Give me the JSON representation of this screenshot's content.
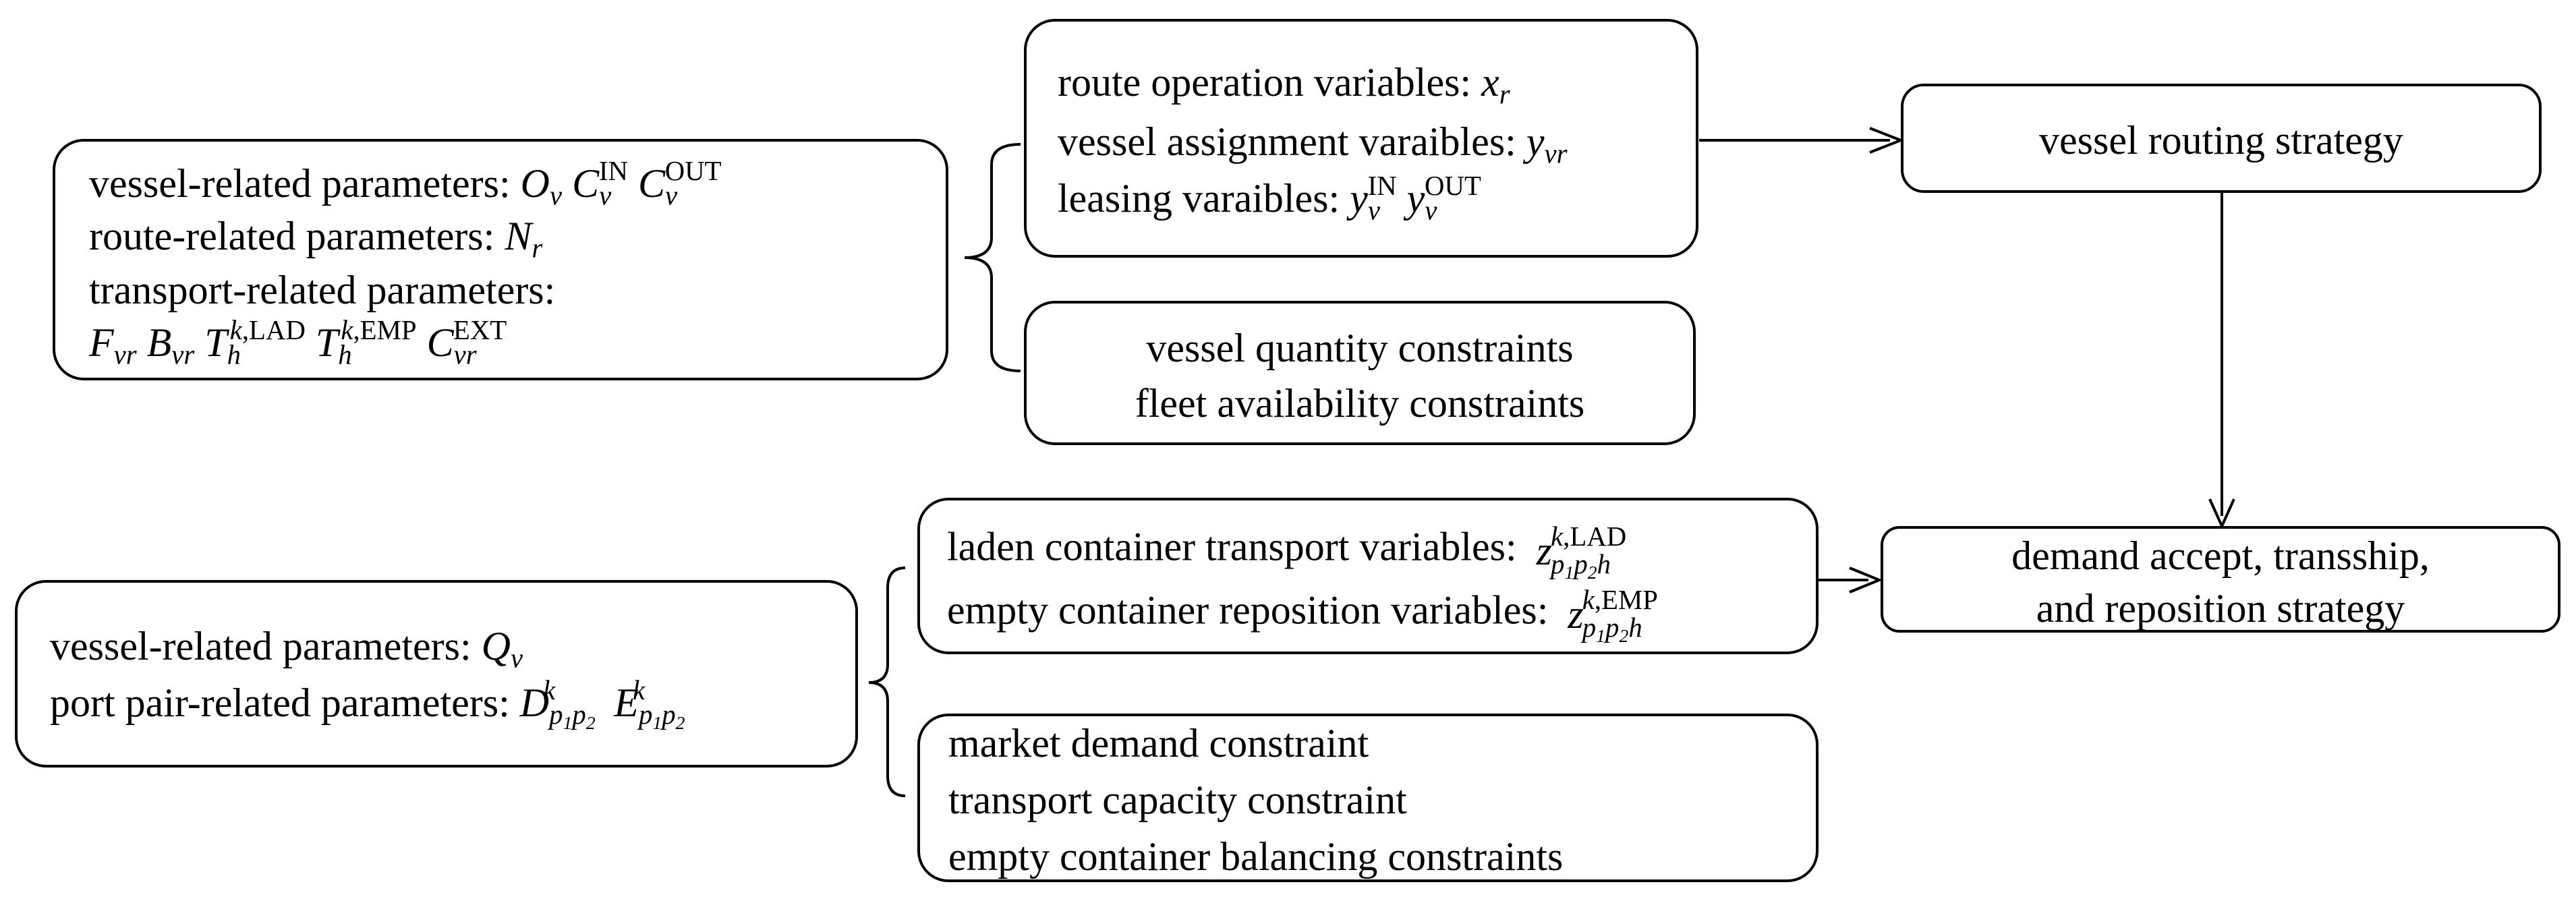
{
  "left_top_box": {
    "vessel_label": "vessel-related parameters:",
    "route_label": "route-related parameters:",
    "transport_label": "transport-related parameters:"
  },
  "left_bottom_box": {
    "vessel_label": "vessel-related parameters:",
    "port_pair_label": "port pair-related parameters:"
  },
  "top_variables_box": {
    "route_op_label": "route operation variables:",
    "vessel_assign_label": "vessel assignment varaibles:",
    "leasing_label": "leasing varaibles:"
  },
  "top_constraints_box": {
    "line1": "vessel quantity constraints",
    "line2": "fleet availability constraints"
  },
  "bottom_variables_box": {
    "laden_label": "laden container transport variables:",
    "empty_label": "empty container reposition variables:"
  },
  "bottom_constraints_box": {
    "line1": "market demand constraint",
    "line2": "transport capacity constraint",
    "line3": "empty container balancing constraints"
  },
  "routing_strategy_box": {
    "text": "vessel routing strategy"
  },
  "demand_strategy_box": {
    "line1": "demand accept, transship,",
    "line2": "and reposition strategy"
  },
  "math": {
    "O": "O",
    "C": "C",
    "N": "N",
    "F": "F",
    "B": "B",
    "T": "T",
    "Q": "Q",
    "D": "D",
    "E": "E",
    "x": "x",
    "y": "y",
    "z": "z",
    "sub_v": "v",
    "sub_r": "r",
    "sub_vr": "vr",
    "sub_h": "h",
    "sup_in": "IN",
    "sup_out": "OUT",
    "sup_ext": "EXT",
    "sup_k": "k",
    "sup_lad": ",LAD",
    "sup_emp": ",EMP",
    "sub_p": "p",
    "sub_1": "1",
    "sub_2": "2"
  }
}
